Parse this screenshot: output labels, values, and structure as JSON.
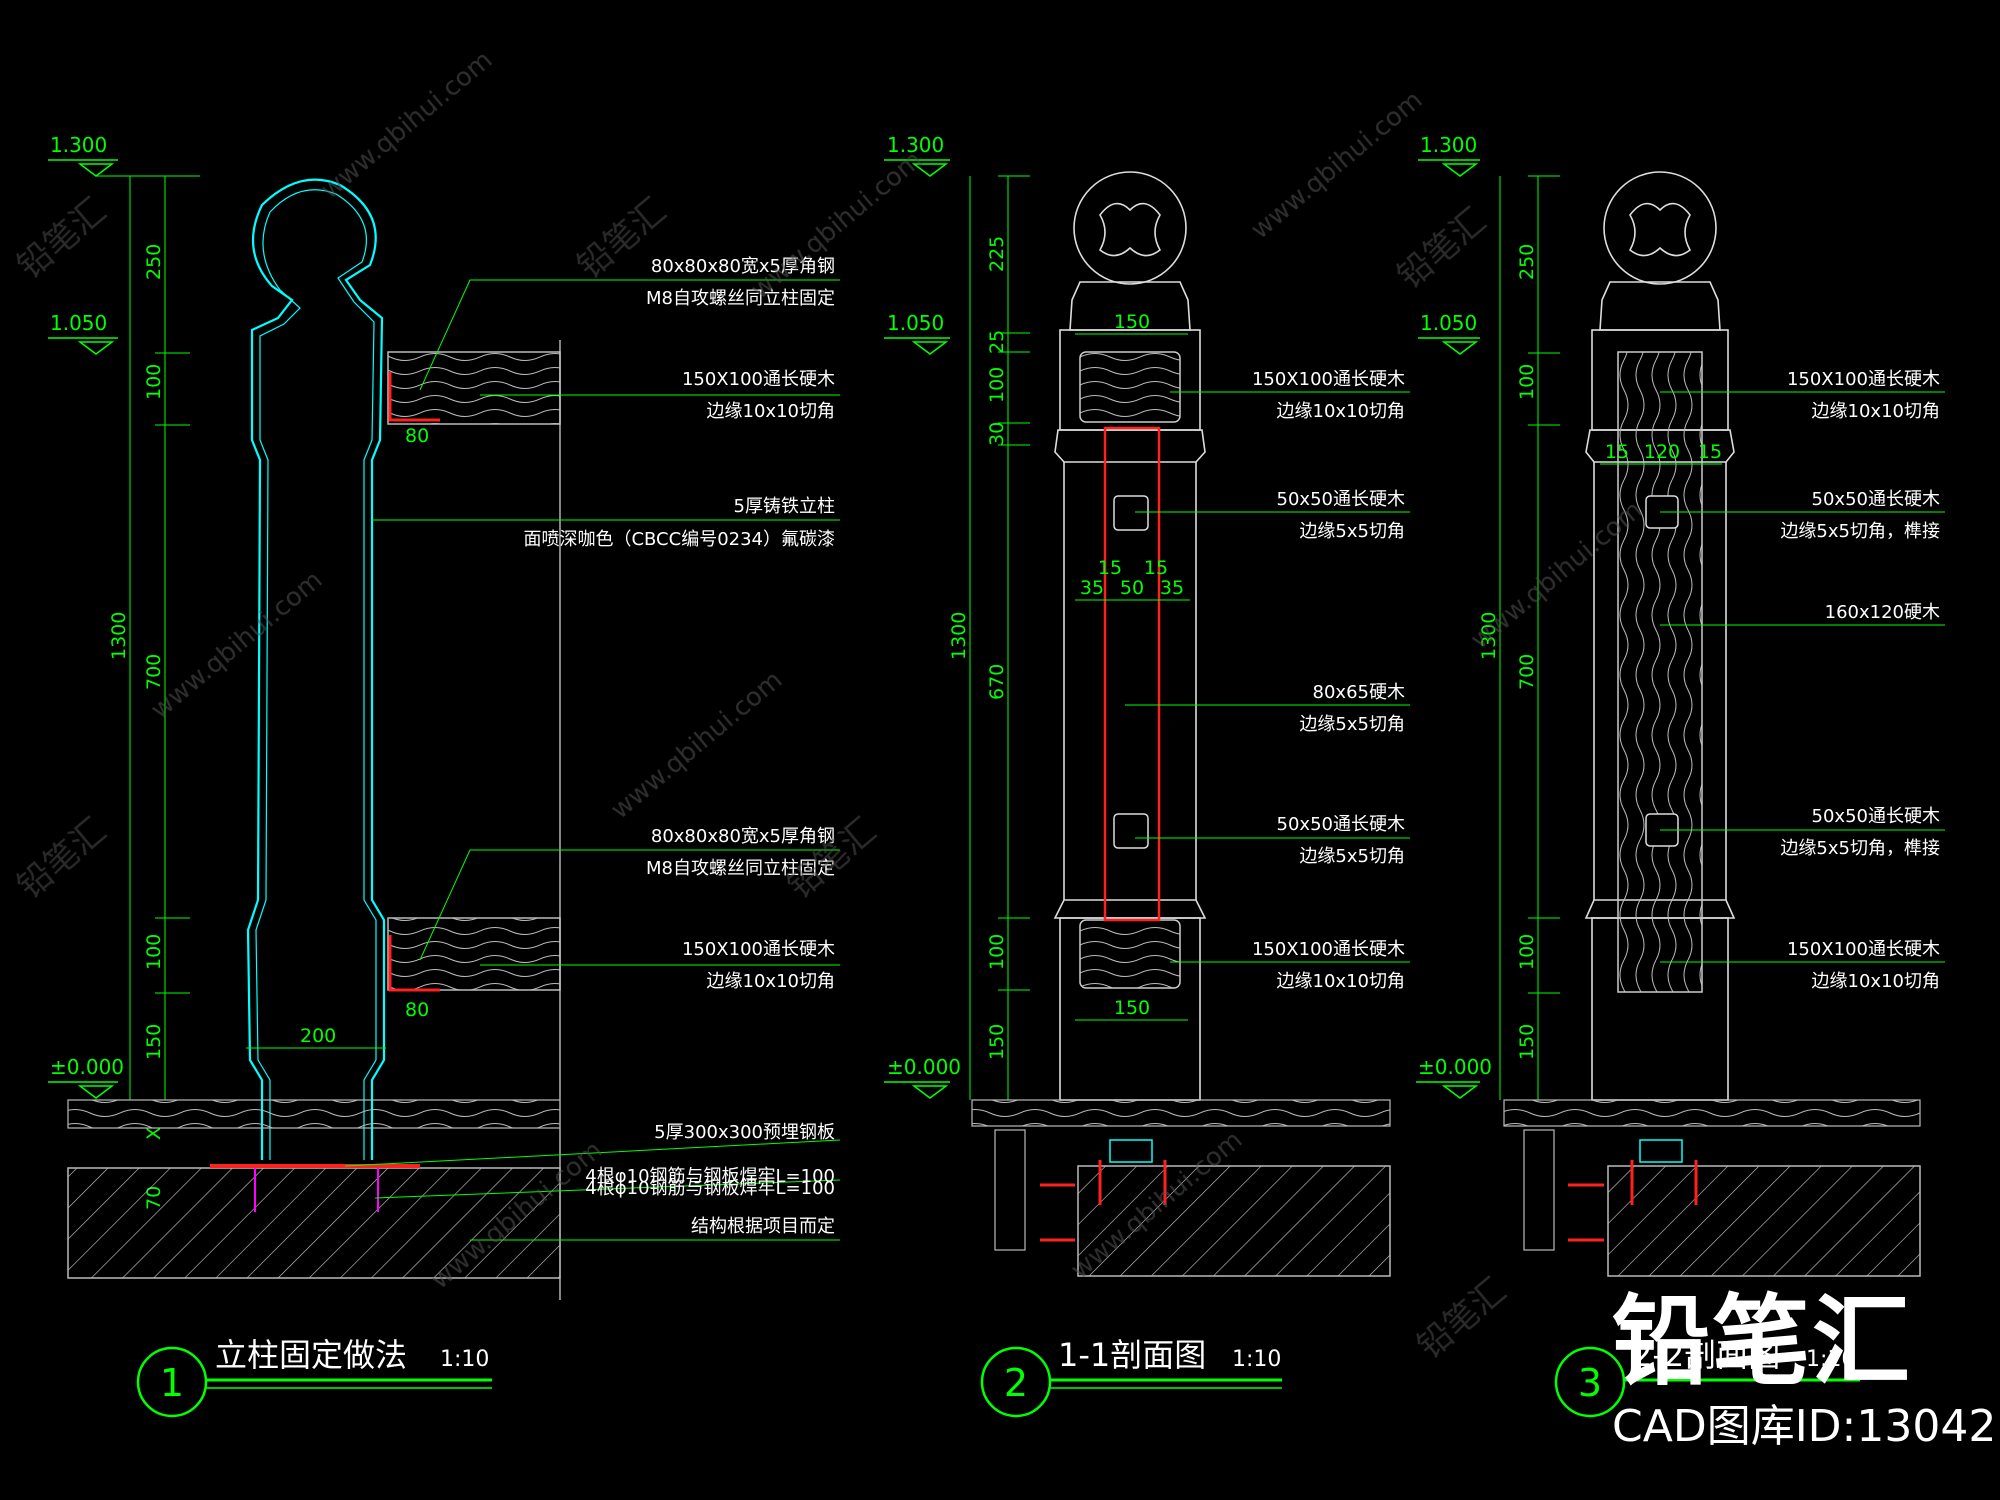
{
  "watermark": {
    "brand": "铅笔汇",
    "id_text": "CAD图库ID:13042",
    "site": "www.qbihui.com",
    "stamp": "铅笔汇"
  },
  "colors": {
    "background": "#000000",
    "dim": "#00ff00",
    "outline_cyan": "#00ffff",
    "text": "#ffffff",
    "steel_red": "#ff2020",
    "wood": "#bbbbbb",
    "anchor": "#ff00ff"
  },
  "view1": {
    "elev_top": "1.300",
    "elev_mid": "1.050",
    "elev_zero": "±0.000",
    "dims": [
      "250",
      "100",
      "700",
      "100",
      "150",
      "1300",
      "200",
      "80",
      "80",
      "X",
      "70"
    ],
    "notes": {
      "angle_top_1": "80x80x80宽x5厚角钢",
      "angle_top_2": "M8自攻螺丝同立柱固定",
      "wood_top_1": "150X100通长硬木",
      "wood_top_2": "边缘10x10切角",
      "post_1": "5厚铸铁立柱",
      "post_2": "面喷深咖色（CBCC编号0234）氟碳漆",
      "angle_bot_1": "80x80x80宽x5厚角钢",
      "angle_bot_2": "M8自攻螺丝同立柱固定",
      "wood_bot_1": "150X100通长硬木",
      "wood_bot_2": "边缘10x10切角",
      "plate": "5厚300x300预埋钢板",
      "bar_a": "4根φ10钢筋与钢板焊牢L=100",
      "bar_b": "4根φ10钢筋与钢板焊牢L=100",
      "struct": "结构根据项目而定"
    },
    "title": "立柱固定做法",
    "scale": "1:10",
    "number": "1"
  },
  "view2": {
    "elev_top": "1.300",
    "elev_mid": "1.050",
    "elev_zero": "±0.000",
    "dims": [
      "225",
      "25",
      "100",
      "30",
      "670",
      "100",
      "150",
      "1300",
      "150",
      "150",
      "15",
      "15",
      "35",
      "50",
      "35"
    ],
    "notes": {
      "w1a": "150X100通长硬木",
      "w1b": "边缘10x10切角",
      "s1a": "50x50通长硬木",
      "s1b": "边缘5x5切角",
      "c1a": "80x65硬木",
      "c1b": "边缘5x5切角",
      "s2a": "50x50通长硬木",
      "s2b": "边缘5x5切角",
      "w2a": "150X100通长硬木",
      "w2b": "边缘10x10切角"
    },
    "title": "1-1剖面图",
    "scale": "1:10",
    "number": "2"
  },
  "view3": {
    "elev_top": "1.300",
    "elev_mid": "1.050",
    "elev_zero": "±0.000",
    "dims": [
      "250",
      "100",
      "700",
      "100",
      "150",
      "1300",
      "15",
      "120",
      "15"
    ],
    "notes": {
      "w1a": "150X100通长硬木",
      "w1b": "边缘10x10切角",
      "s1a": "50x50通长硬木",
      "s1b": "边缘5x5切角，榫接",
      "c1": "160x120硬木",
      "s2a": "50x50通长硬木",
      "s2b": "边缘5x5切角，榫接",
      "w2a": "150X100通长硬木",
      "w2b": "边缘10x10切角"
    },
    "title": "2-2剖面图",
    "scale": "1:10",
    "number": "3"
  }
}
